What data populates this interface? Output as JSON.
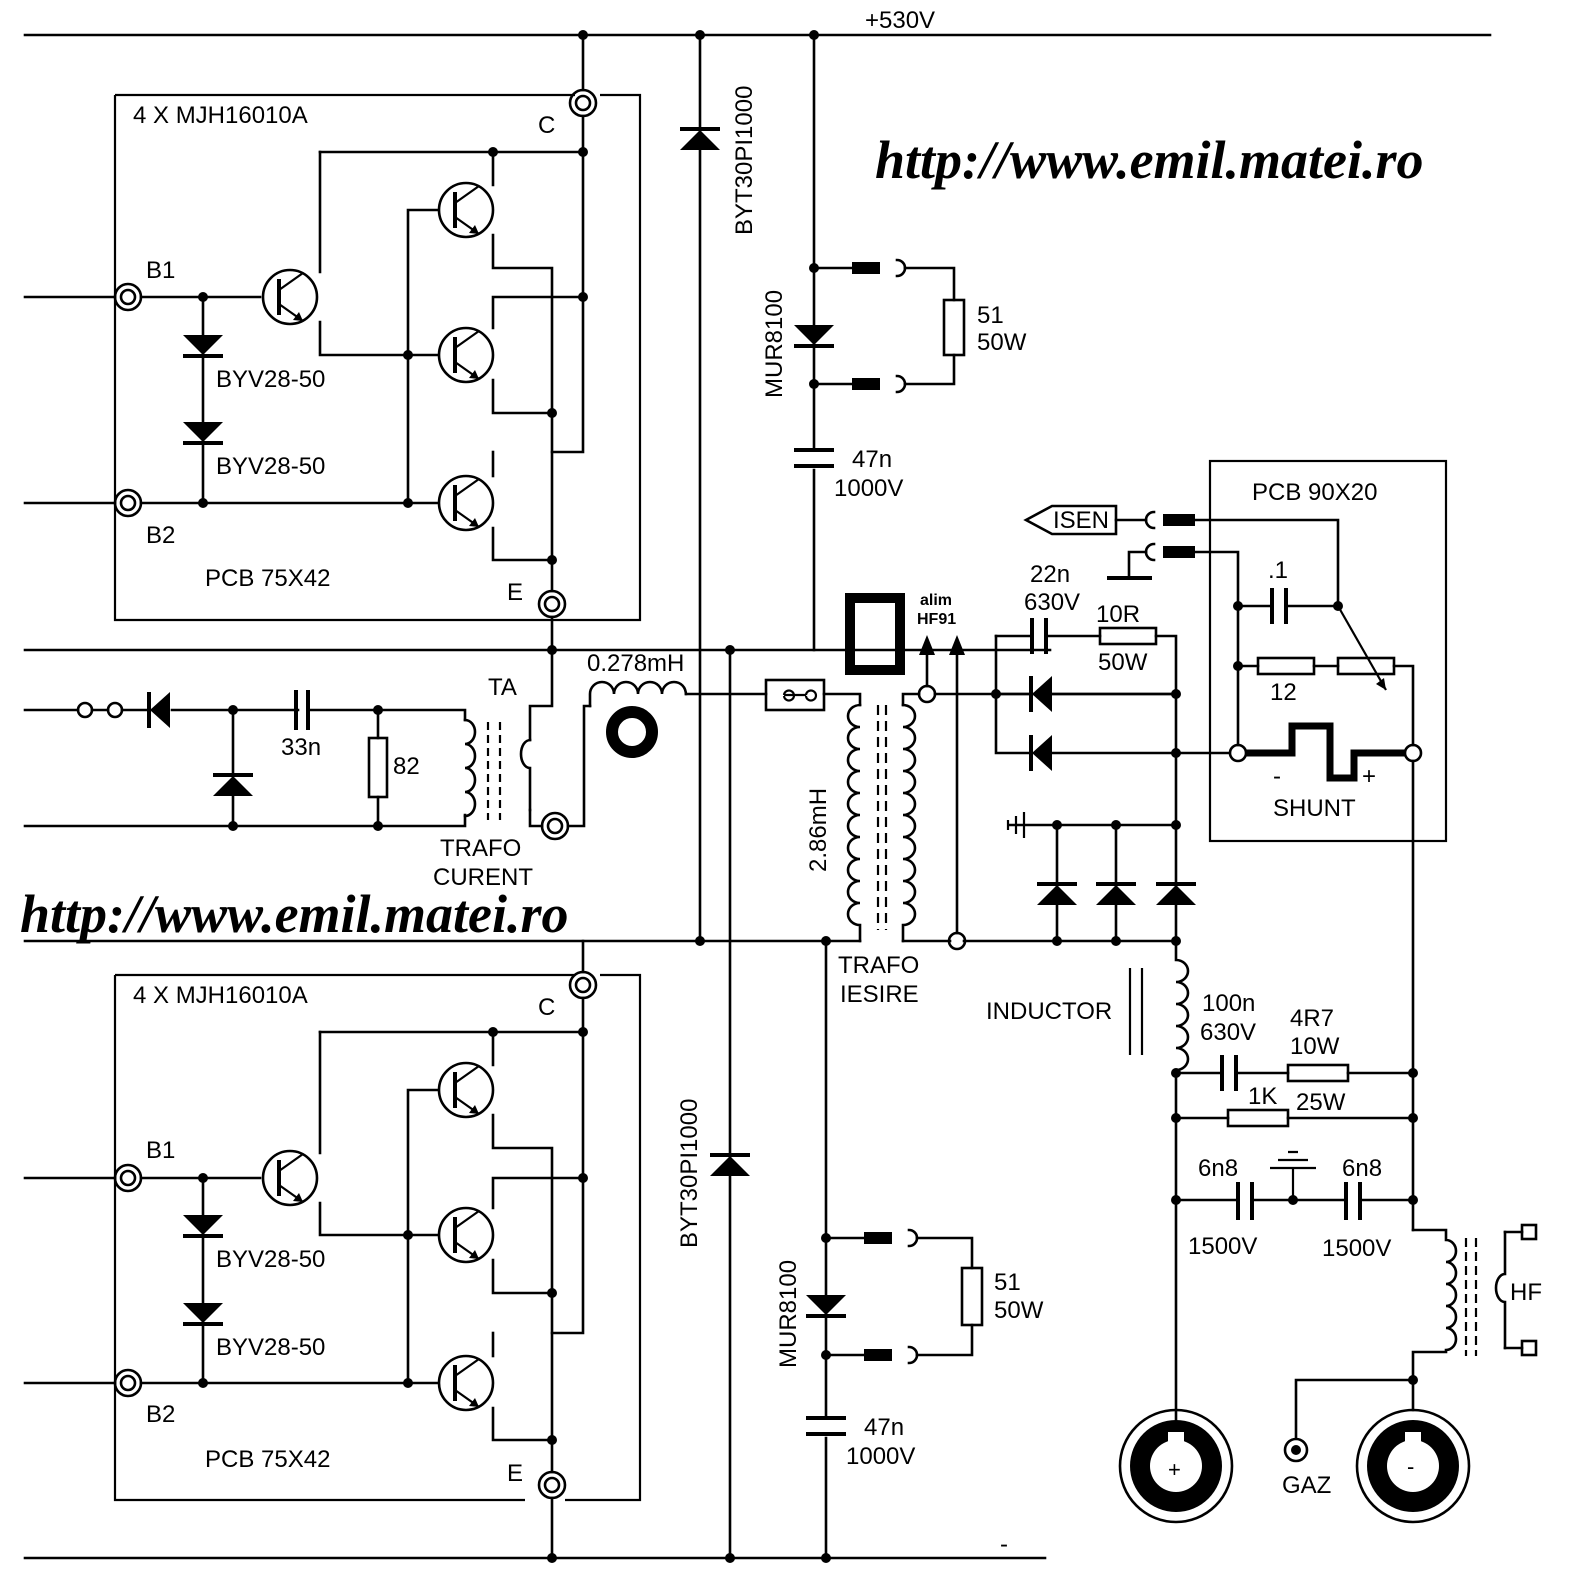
{
  "rails": {
    "positive": "+530V",
    "negative": "-"
  },
  "watermark": "http://www.emil.matei.ro",
  "module_top": {
    "title": "4 X MJH16010A",
    "board": "PCB 75X42",
    "pins": {
      "collector": "C",
      "emitter": "E",
      "base1": "B1",
      "base2": "B2"
    },
    "diodes": [
      "BYV28-50",
      "BYV28-50"
    ]
  },
  "module_bottom": {
    "title": "4 X MJH16010A",
    "board": "PCB 75X42",
    "pins": {
      "collector": "C",
      "emitter": "E",
      "base1": "B1",
      "base2": "B2"
    },
    "diodes": [
      "BYV28-50",
      "BYV28-50"
    ]
  },
  "clamp_diode_top": "BYT30PI1000",
  "clamp_diode_bottom": "BYT30PI1000",
  "snubber_top": {
    "diode": "MUR8100",
    "resistor": "51",
    "resistor_power": "50W",
    "cap": "47n",
    "cap_voltage": "1000V"
  },
  "snubber_bottom": {
    "diode": "MUR8100",
    "resistor": "51",
    "resistor_power": "50W",
    "cap": "47n",
    "cap_voltage": "1000V"
  },
  "current_sense": {
    "cap": "33n",
    "resistor": "82",
    "label_ta": "TA",
    "transformer_line1": "TRAFO",
    "transformer_line2": "CURENT"
  },
  "series_inductor": "0.278mH",
  "output_transformer": {
    "inductance": "2.86mH",
    "line1": "TRAFO",
    "line2": "IESIRE",
    "alim_line1": "alim",
    "alim_line2": "HF91"
  },
  "rc_snubber": {
    "cap": "22n",
    "cap_voltage": "630V",
    "resistor": "10R",
    "resistor_power": "50W"
  },
  "shunt_board": {
    "board": "PCB 90X20",
    "signal": "ISEN",
    "cap": ".1",
    "resistor": "12",
    "shunt": "SHUNT",
    "minus": "-",
    "plus": "+"
  },
  "output_filter": {
    "inductor": "INDUCTOR",
    "cap1": "100n",
    "cap1_voltage": "630V",
    "res1": "4R7",
    "res1_power": "10W",
    "res2": "1K",
    "res2_power": "25W",
    "cap2": "6n8",
    "cap2_voltage": "1500V",
    "cap3": "6n8",
    "cap3_voltage": "1500V"
  },
  "outputs": {
    "hf": "HF",
    "gas": "GAZ",
    "plus": "+",
    "minus": "-"
  }
}
